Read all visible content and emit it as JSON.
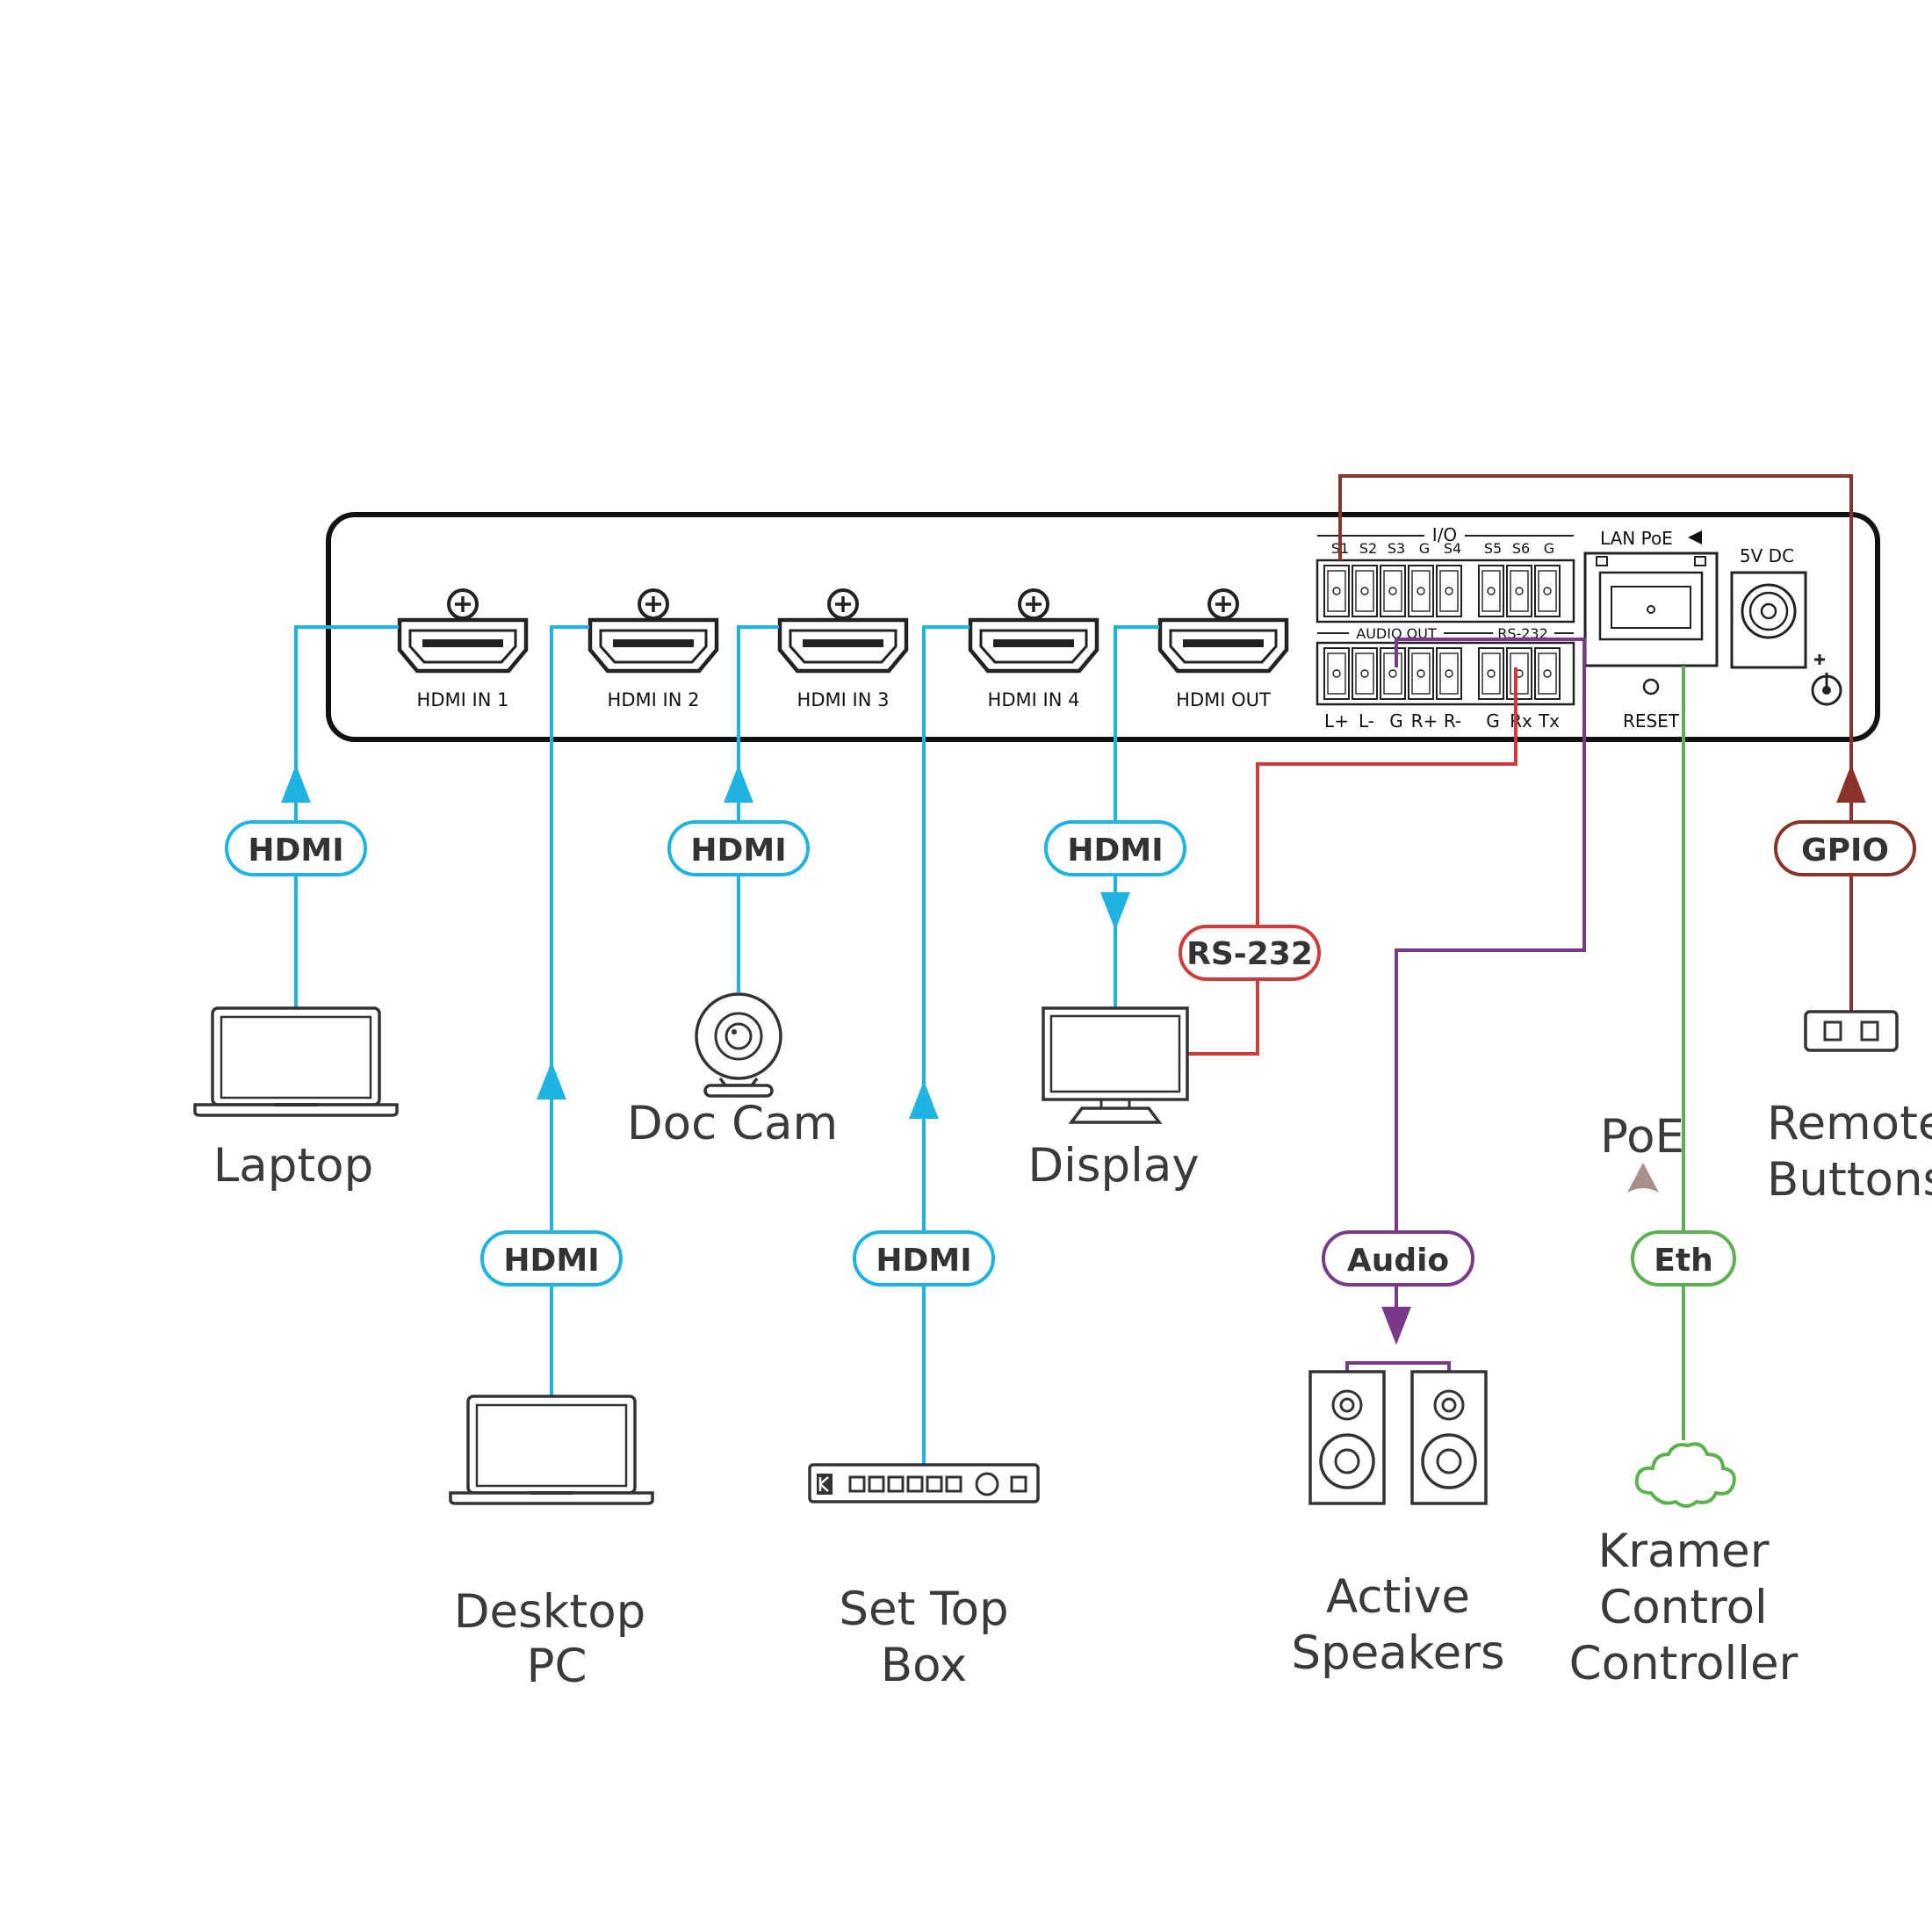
{
  "panel": {
    "ports": {
      "hdmi_in_1": "HDMI  IN 1",
      "hdmi_in_2": "HDMI  IN 2",
      "hdmi_in_3": "HDMI  IN 3",
      "hdmi_in_4": "HDMI  IN 4",
      "hdmi_out": "HDMI  OUT"
    },
    "io_title": "I/O",
    "io_pins": [
      "S1",
      "S2",
      "S3",
      "G",
      "S4",
      "S5",
      "S6",
      "G"
    ],
    "audio_out_title": "AUDIO OUT",
    "rs232_title": "RS-232",
    "bottom_pins": [
      "L+",
      "L-",
      "G",
      "R+",
      "R-",
      "G",
      "Rx",
      "Tx"
    ],
    "lan": "LAN PoE",
    "reset": "RESET",
    "power": "5V DC"
  },
  "pills": {
    "hdmi_laptop": "HDMI",
    "hdmi_desktop": "HDMI",
    "hdmi_doccam": "HDMI",
    "hdmi_settop": "HDMI",
    "hdmi_display": "HDMI",
    "rs232": "RS-232",
    "audio": "Audio",
    "eth": "Eth",
    "gpio": "GPIO"
  },
  "devices": {
    "laptop": "Laptop",
    "desktop": [
      "Desktop",
      "PC"
    ],
    "doccam": "Doc Cam",
    "settop": [
      "Set Top",
      "Box"
    ],
    "display": "Display",
    "speakers": [
      "Active",
      "Speakers"
    ],
    "poe": "PoE",
    "controller": [
      "Kramer",
      "Control",
      "Controller"
    ],
    "remote": [
      "Remote",
      "Buttons"
    ]
  },
  "colors": {
    "hdmi": "#1eb3e1",
    "rs232": "#d13a3a",
    "audio": "#7a3a8a",
    "eth": "#5cb050",
    "gpio": "#8a3328",
    "poe_arrow": "#a89088",
    "outline": "#222222"
  }
}
